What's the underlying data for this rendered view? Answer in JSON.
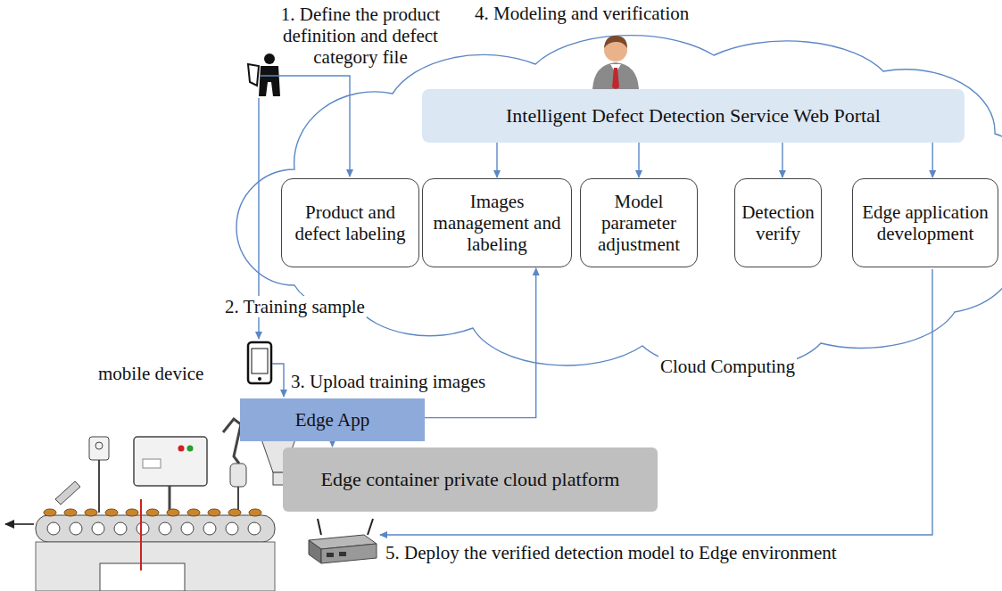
{
  "diagram": {
    "nodes": [
      {
        "text": [
          "Intelligent Defect Detection Service Web Portal"
        ]
      },
      {
        "text": [
          "Product and defect labeling"
        ]
      },
      {
        "text": [
          "Images management and labeling"
        ]
      },
      {
        "text": [
          "Model parameter adjustment"
        ]
      },
      {
        "text": [
          "Detection verify"
        ]
      },
      {
        "text": [
          "Edge application development"
        ]
      },
      {
        "text": [
          "Edge App"
        ]
      },
      {
        "text": [
          "Edge container private cloud platform"
        ]
      }
    ],
    "edges": [
      {
        "from": 0,
        "to": 2,
        "arrow": "to"
      },
      {
        "from": 0,
        "to": 3,
        "arrow": "to"
      },
      {
        "from": 0,
        "to": 4,
        "arrow": "to"
      },
      {
        "from": 0,
        "to": 5,
        "arrow": "to"
      },
      {
        "from": 6,
        "to": 2,
        "arrow": "to"
      },
      {
        "from": 6,
        "to": 7,
        "arrow": "to"
      }
    ],
    "labels": [
      "1. Define the product definition and defect category file",
      "4. Modeling and verification",
      "2. Training sample",
      "mobile device",
      "3. Upload training images",
      "Cloud Computing",
      "5. Deploy the verified detection model to Edge environment"
    ]
  }
}
